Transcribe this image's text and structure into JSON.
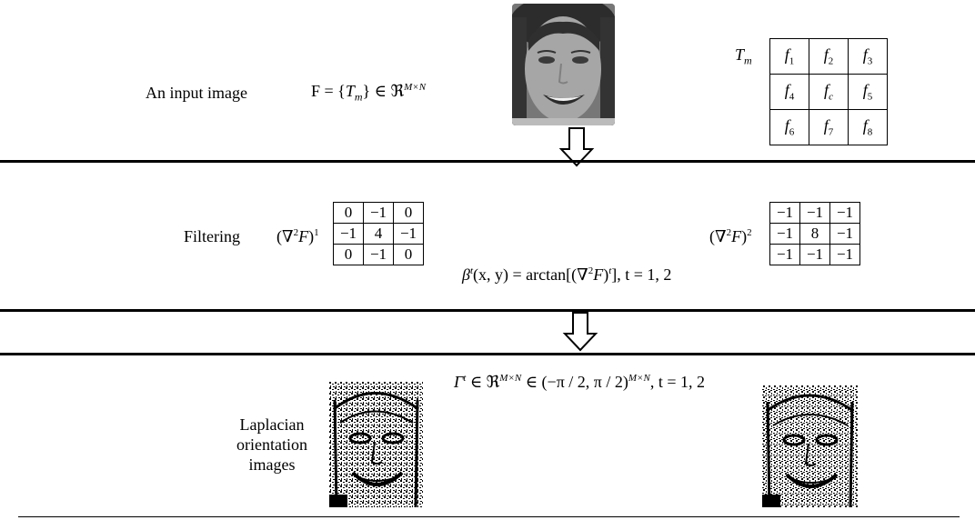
{
  "section1": {
    "label": "An input image",
    "formula": "F = {T_m} ∈ ℜ^{M×N}",
    "formula_main": "F = {",
    "formula_var": "T",
    "formula_sub": "m",
    "formula_tail": "} ∈ ℜ",
    "formula_sup": "M×N",
    "tm_label": "T",
    "tm_label_sub": "m",
    "matrix": [
      [
        "f1",
        "f2",
        "f3"
      ],
      [
        "f4",
        "fc",
        "f5"
      ],
      [
        "f6",
        "f7",
        "f8"
      ]
    ],
    "matrix_base": "f",
    "matrix_subs": [
      [
        "1",
        "2",
        "3"
      ],
      [
        "4",
        "c",
        "5"
      ],
      [
        "6",
        "7",
        "8"
      ]
    ]
  },
  "section2": {
    "label": "Filtering",
    "filter1_label": "(∇²F)¹",
    "filter1_base": "(∇",
    "filter1_two": "2",
    "filter1_F": "F",
    "filter1_close": ")",
    "filter1_sup": "1",
    "filter1": [
      [
        "0",
        "−1",
        "0"
      ],
      [
        "−1",
        "4",
        "−1"
      ],
      [
        "0",
        "−1",
        "0"
      ]
    ],
    "filter2_label": "(∇²F)²",
    "filter2_base": "(∇",
    "filter2_two": "2",
    "filter2_F": "F",
    "filter2_close": ")",
    "filter2_sup": "2",
    "filter2": [
      [
        "−1",
        "−1",
        "−1"
      ],
      [
        "−1",
        "8",
        "−1"
      ],
      [
        "−1",
        "−1",
        "−1"
      ]
    ],
    "formula": "β^t(x, y) = arctan[(∇²F)^t], t = 1, 2",
    "formula_beta": "β",
    "formula_t": "t",
    "formula_args": "(x, y) = arctan[(∇",
    "formula_2": "2",
    "formula_F": "F",
    "formula_close": ")",
    "formula_t2": "t",
    "formula_end": "], t = 1, 2"
  },
  "section3": {
    "label_line1": "Laplacian",
    "label_line2": "orientation",
    "label_line3": "images",
    "formula": "Γ^t ∈ ℜ^{M×N} ∈ (−π/2, π/2)^{M×N}, t = 1, 2",
    "formula_gamma": "Γ",
    "formula_t": "t",
    "formula_in1": " ∈ ℜ",
    "formula_sup1": "M×N",
    "formula_in2": " ∈ (−π / 2, π / 2)",
    "formula_sup2": "M×N",
    "formula_end": ", t = 1, 2"
  }
}
